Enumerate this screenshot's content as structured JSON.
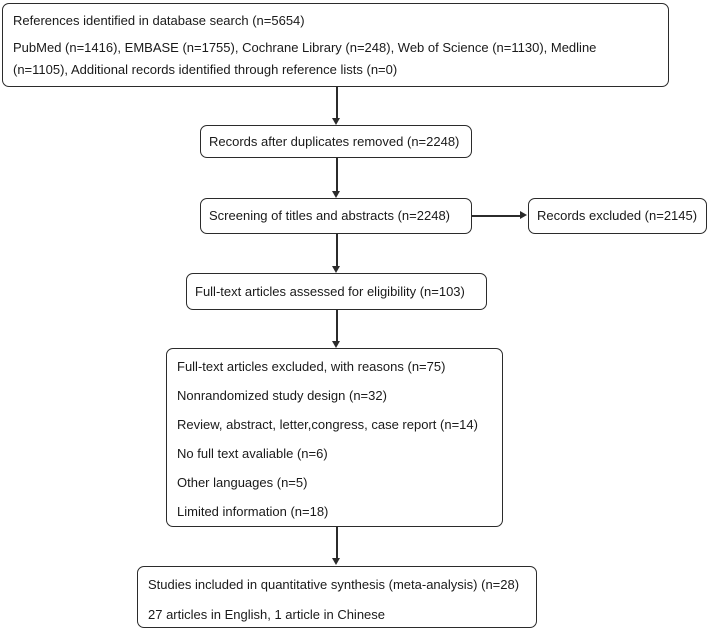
{
  "diagram": {
    "type": "prisma-flowchart",
    "colors": {
      "border": "#2b2b2b",
      "text": "#1a1a1a",
      "background": "#ffffff"
    },
    "boxes": {
      "identification": {
        "title": "References identified in database search (n=5654)",
        "body_lines": [
          "PubMed (n=1416), EMBASE (n=1755), Cochrane Library (n=248), Web of Science (n=1130), Medline",
          "(n=1105), Additional records identified through reference lists (n=0)"
        ]
      },
      "duplicates": {
        "label": "Records after duplicates removed (n=2248)"
      },
      "screening": {
        "label": "Screening of titles and abstracts (n=2248)"
      },
      "records_excluded": {
        "label": "Records excluded (n=2145)"
      },
      "eligibility": {
        "label": "Full-text articles assessed for eligibility (n=103)"
      },
      "fulltext_excluded": {
        "title": "Full-text articles excluded, with reasons (n=75)",
        "reasons": [
          "Nonrandomized study design (n=32)",
          "Review, abstract, letter,congress, case report (n=14)",
          "No full text avaliable (n=6)",
          "Other languages (n=5)",
          "Limited information (n=18)"
        ]
      },
      "included": {
        "title": "Studies included in quantitative synthesis (meta-analysis) (n=28)",
        "body": "27 articles in English, 1 article in Chinese"
      }
    }
  }
}
